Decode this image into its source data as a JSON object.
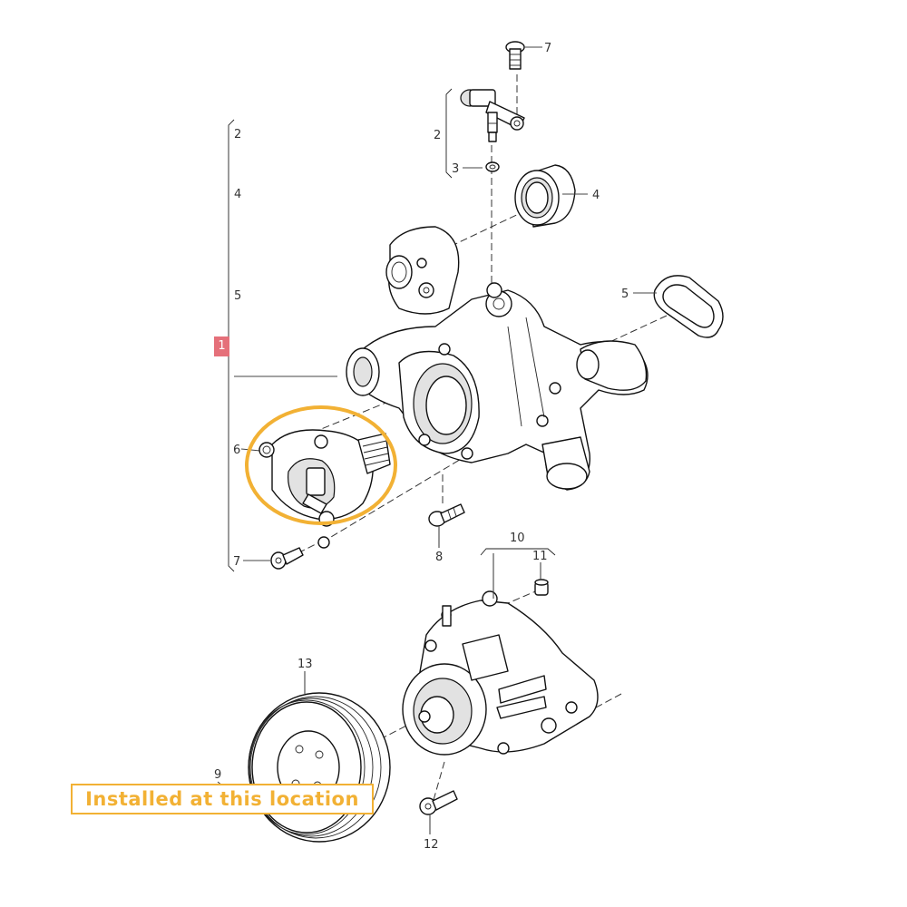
{
  "diagram": {
    "callouts": {
      "c1": "1",
      "c2_left": "2",
      "c4_left": "4",
      "c5_left": "5",
      "c6": "6",
      "c7_left": "7",
      "c2_top": "2",
      "c3": "3",
      "c7_top": "7",
      "c4_right": "4",
      "c5_right": "5",
      "c8": "8",
      "c9": "9",
      "c10": "10",
      "c11": "11",
      "c12": "12",
      "c13": "13"
    },
    "highlight_label": "Installed at this location",
    "colors": {
      "highlight": "#f2b134",
      "marker": "#e5707a",
      "line": "#111111",
      "callout_text": "#333333"
    }
  }
}
